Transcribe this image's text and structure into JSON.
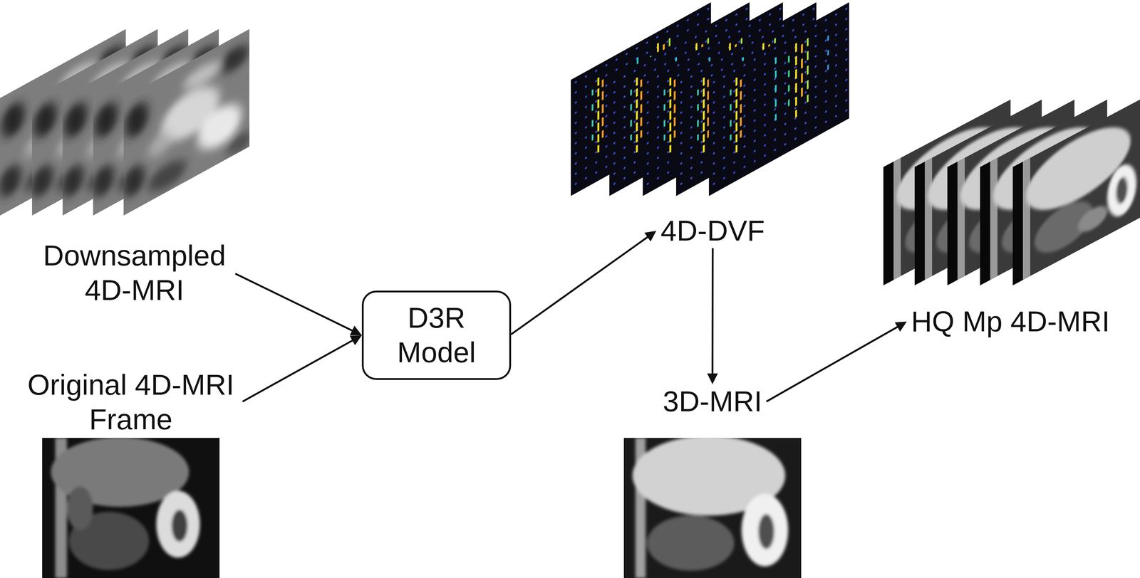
{
  "diagram": {
    "nodes": [
      {
        "text": [
          "Downsampled 4D-MRI"
        ]
      },
      {
        "text": [
          "Original 4D-MRI Frame"
        ]
      },
      {
        "text": [
          "D3R Model"
        ]
      },
      {
        "text": [
          "4D-DVF"
        ]
      },
      {
        "text": [
          "3D-MRI"
        ]
      },
      {
        "text": [
          "HQ Mp 4D-MRI"
        ]
      }
    ],
    "edges": [
      {
        "from": 0,
        "to": 2,
        "arrow": "to"
      },
      {
        "from": 1,
        "to": 2,
        "arrow": "to"
      },
      {
        "from": 2,
        "to": 3,
        "arrow": "to"
      },
      {
        "from": 3,
        "to": 4,
        "arrow": "to"
      },
      {
        "from": 4,
        "to": 5,
        "arrow": "to"
      }
    ]
  }
}
